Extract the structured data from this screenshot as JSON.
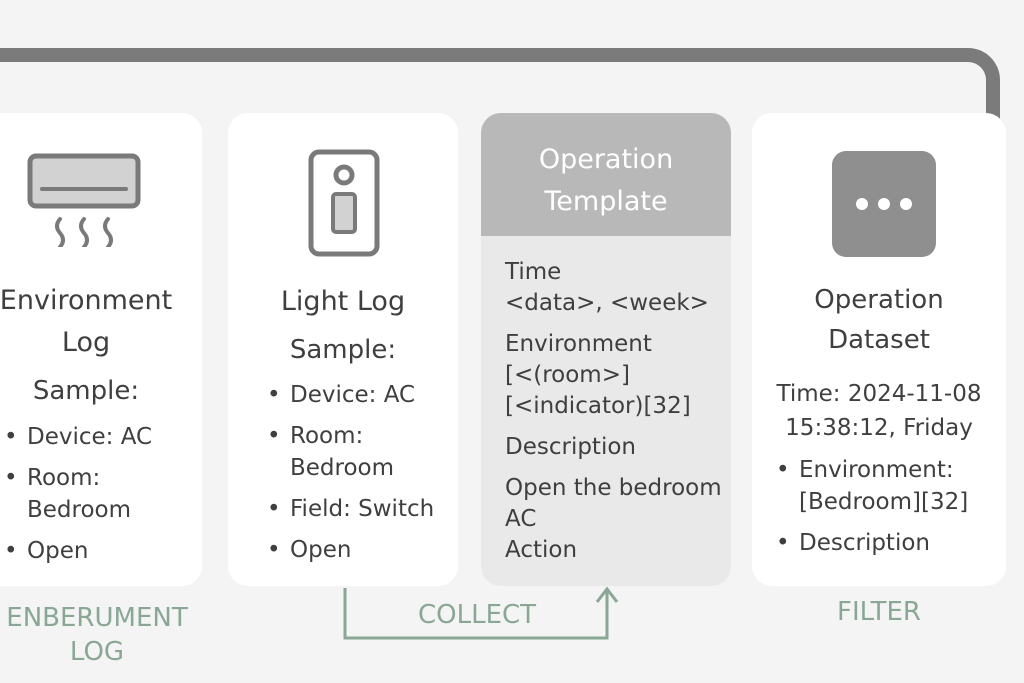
{
  "env_log": {
    "title_line1": "Environment",
    "title_line2": "Log",
    "sample_label": "Sample:",
    "items": [
      "Device: AC",
      "Room:\nBedroom",
      "Open"
    ]
  },
  "light_log": {
    "title": "Light Log",
    "sample_label": "Sample:",
    "items": [
      "Device: AC",
      "Room:\nBedroom",
      "Field: Switch",
      "Open"
    ]
  },
  "template": {
    "header_line1": "Operation",
    "header_line2": "Template",
    "time_label": "Time",
    "time_value": "<data>, <week>",
    "env_label": "Environment",
    "env_line1": "[<(room>]",
    "env_line2": "[<indicator)[32]",
    "desc_label": "Description",
    "desc_value": "Open the bedroom\nAC",
    "action_label": "Action"
  },
  "dataset": {
    "title_line1": "Operation",
    "title_line2": "Dataset",
    "time_line1": "Time: 2024-11-08",
    "time_line2": "15:38:12, Friday",
    "items": [
      "Environment:\n[Bedroom][32]",
      "Description"
    ]
  },
  "steps": {
    "env_line1": "ENBERUMENT",
    "env_line2": "LOG",
    "collect": "COLLECT",
    "filter": "FILTER"
  },
  "icons": {
    "env": "air-conditioner-icon",
    "light": "light-switch-icon",
    "dataset": "more-dots-icon"
  },
  "colors": {
    "frame": "#7b7b7b",
    "template_header": "#b8b8b8",
    "step_label": "#8aa796",
    "icon": "#7a7a7a"
  }
}
